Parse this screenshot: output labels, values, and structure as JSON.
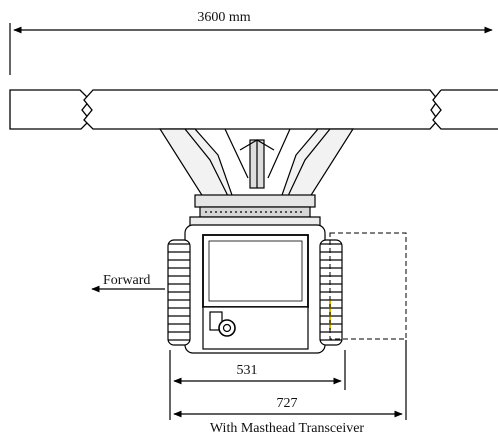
{
  "dimensions": {
    "overall_width": "3600 mm",
    "unit_width": "531",
    "transceiver_width": "727"
  },
  "labels": {
    "forward": "Forward",
    "caption": "With Masthead Transceiver"
  },
  "icons": {
    "forward_arrow": "arrow-left-icon"
  }
}
